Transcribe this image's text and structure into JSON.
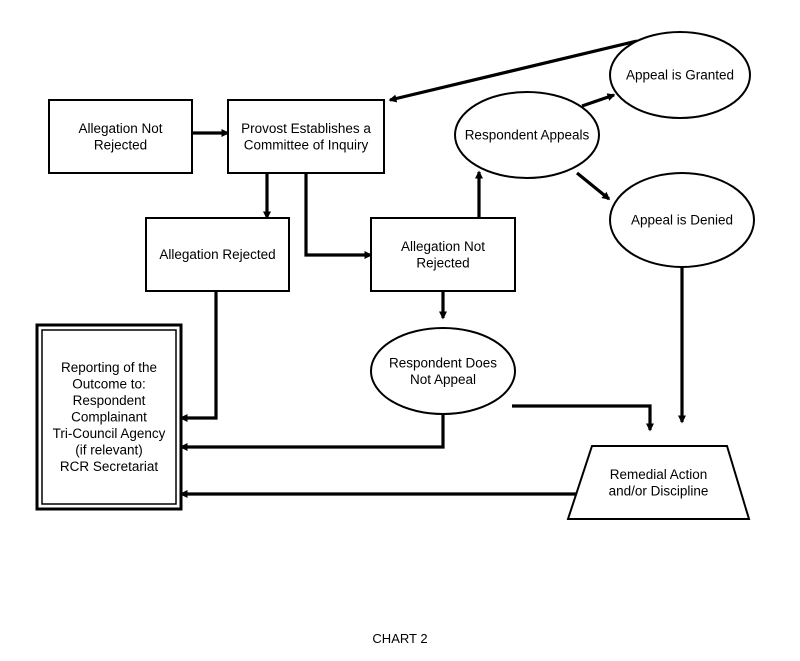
{
  "caption": "CHART 2",
  "nodes": {
    "allegation_not_rejected_top": [
      "Allegation Not",
      "Rejected"
    ],
    "provost": [
      "Provost Establishes a",
      "Committee of Inquiry"
    ],
    "allegation_rejected": [
      "Allegation Rejected"
    ],
    "allegation_not_rejected_mid": [
      "Allegation Not",
      "Rejected"
    ],
    "respondent_appeals": [
      "Respondent Appeals"
    ],
    "appeal_granted": [
      "Appeal is Granted"
    ],
    "appeal_denied": [
      "Appeal is Denied"
    ],
    "respondent_does_not_appeal": [
      "Respondent Does",
      "Not Appeal"
    ],
    "reporting": [
      "Reporting of the",
      "Outcome to:",
      "Respondent",
      "Complainant",
      "Tri-Council Agency",
      "(if relevant)",
      "RCR Secretariat"
    ],
    "remedial": [
      "Remedial Action",
      "and/or Discipline"
    ]
  },
  "edges": [
    {
      "from": "allegation_not_rejected_top",
      "to": "provost"
    },
    {
      "from": "provost",
      "to": "allegation_rejected"
    },
    {
      "from": "provost",
      "to": "allegation_not_rejected_mid"
    },
    {
      "from": "allegation_not_rejected_mid",
      "to": "respondent_appeals"
    },
    {
      "from": "allegation_not_rejected_mid",
      "to": "respondent_does_not_appeal"
    },
    {
      "from": "respondent_appeals",
      "to": "appeal_granted"
    },
    {
      "from": "respondent_appeals",
      "to": "appeal_denied"
    },
    {
      "from": "appeal_granted",
      "to": "provost"
    },
    {
      "from": "appeal_denied",
      "to": "remedial"
    },
    {
      "from": "respondent_does_not_appeal",
      "to": "remedial"
    },
    {
      "from": "allegation_rejected",
      "to": "reporting"
    },
    {
      "from": "respondent_does_not_appeal",
      "to": "reporting"
    },
    {
      "from": "remedial",
      "to": "reporting"
    }
  ]
}
